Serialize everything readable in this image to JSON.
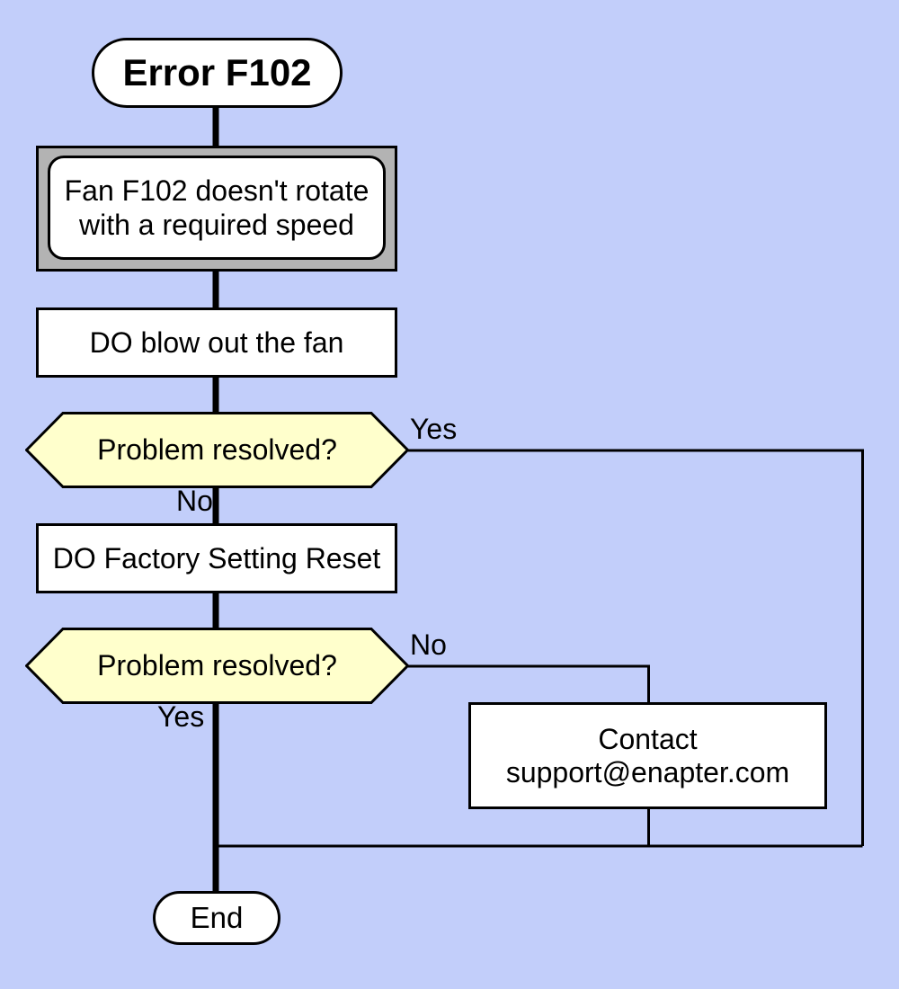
{
  "diagram": {
    "title": "Error F102",
    "colors": {
      "background": "#c2cefa",
      "node_fill": "#ffffff",
      "decision_fill": "#ffffcc",
      "subroutine_frame_fill": "#b3b3b3",
      "line_color": "#000000"
    },
    "nodes": {
      "start": {
        "type": "terminator",
        "label": "Error F102"
      },
      "problem": {
        "type": "subroutine",
        "label": "Fan F102 doesn't rotate\nwith a required speed"
      },
      "action1": {
        "type": "process",
        "label": "DO blow out the fan"
      },
      "decision1": {
        "type": "decision",
        "label": "Problem resolved?"
      },
      "action2": {
        "type": "process",
        "label": "DO Factory Setting Reset"
      },
      "decision2": {
        "type": "decision",
        "label": "Problem resolved?"
      },
      "contact": {
        "type": "process",
        "label": "Contact\nsupport@enapter.com"
      },
      "end": {
        "type": "terminator",
        "label": "End"
      }
    },
    "edge_labels": {
      "decision1_yes": "Yes",
      "decision1_no": "No",
      "decision2_no": "No",
      "decision2_yes": "Yes"
    }
  }
}
